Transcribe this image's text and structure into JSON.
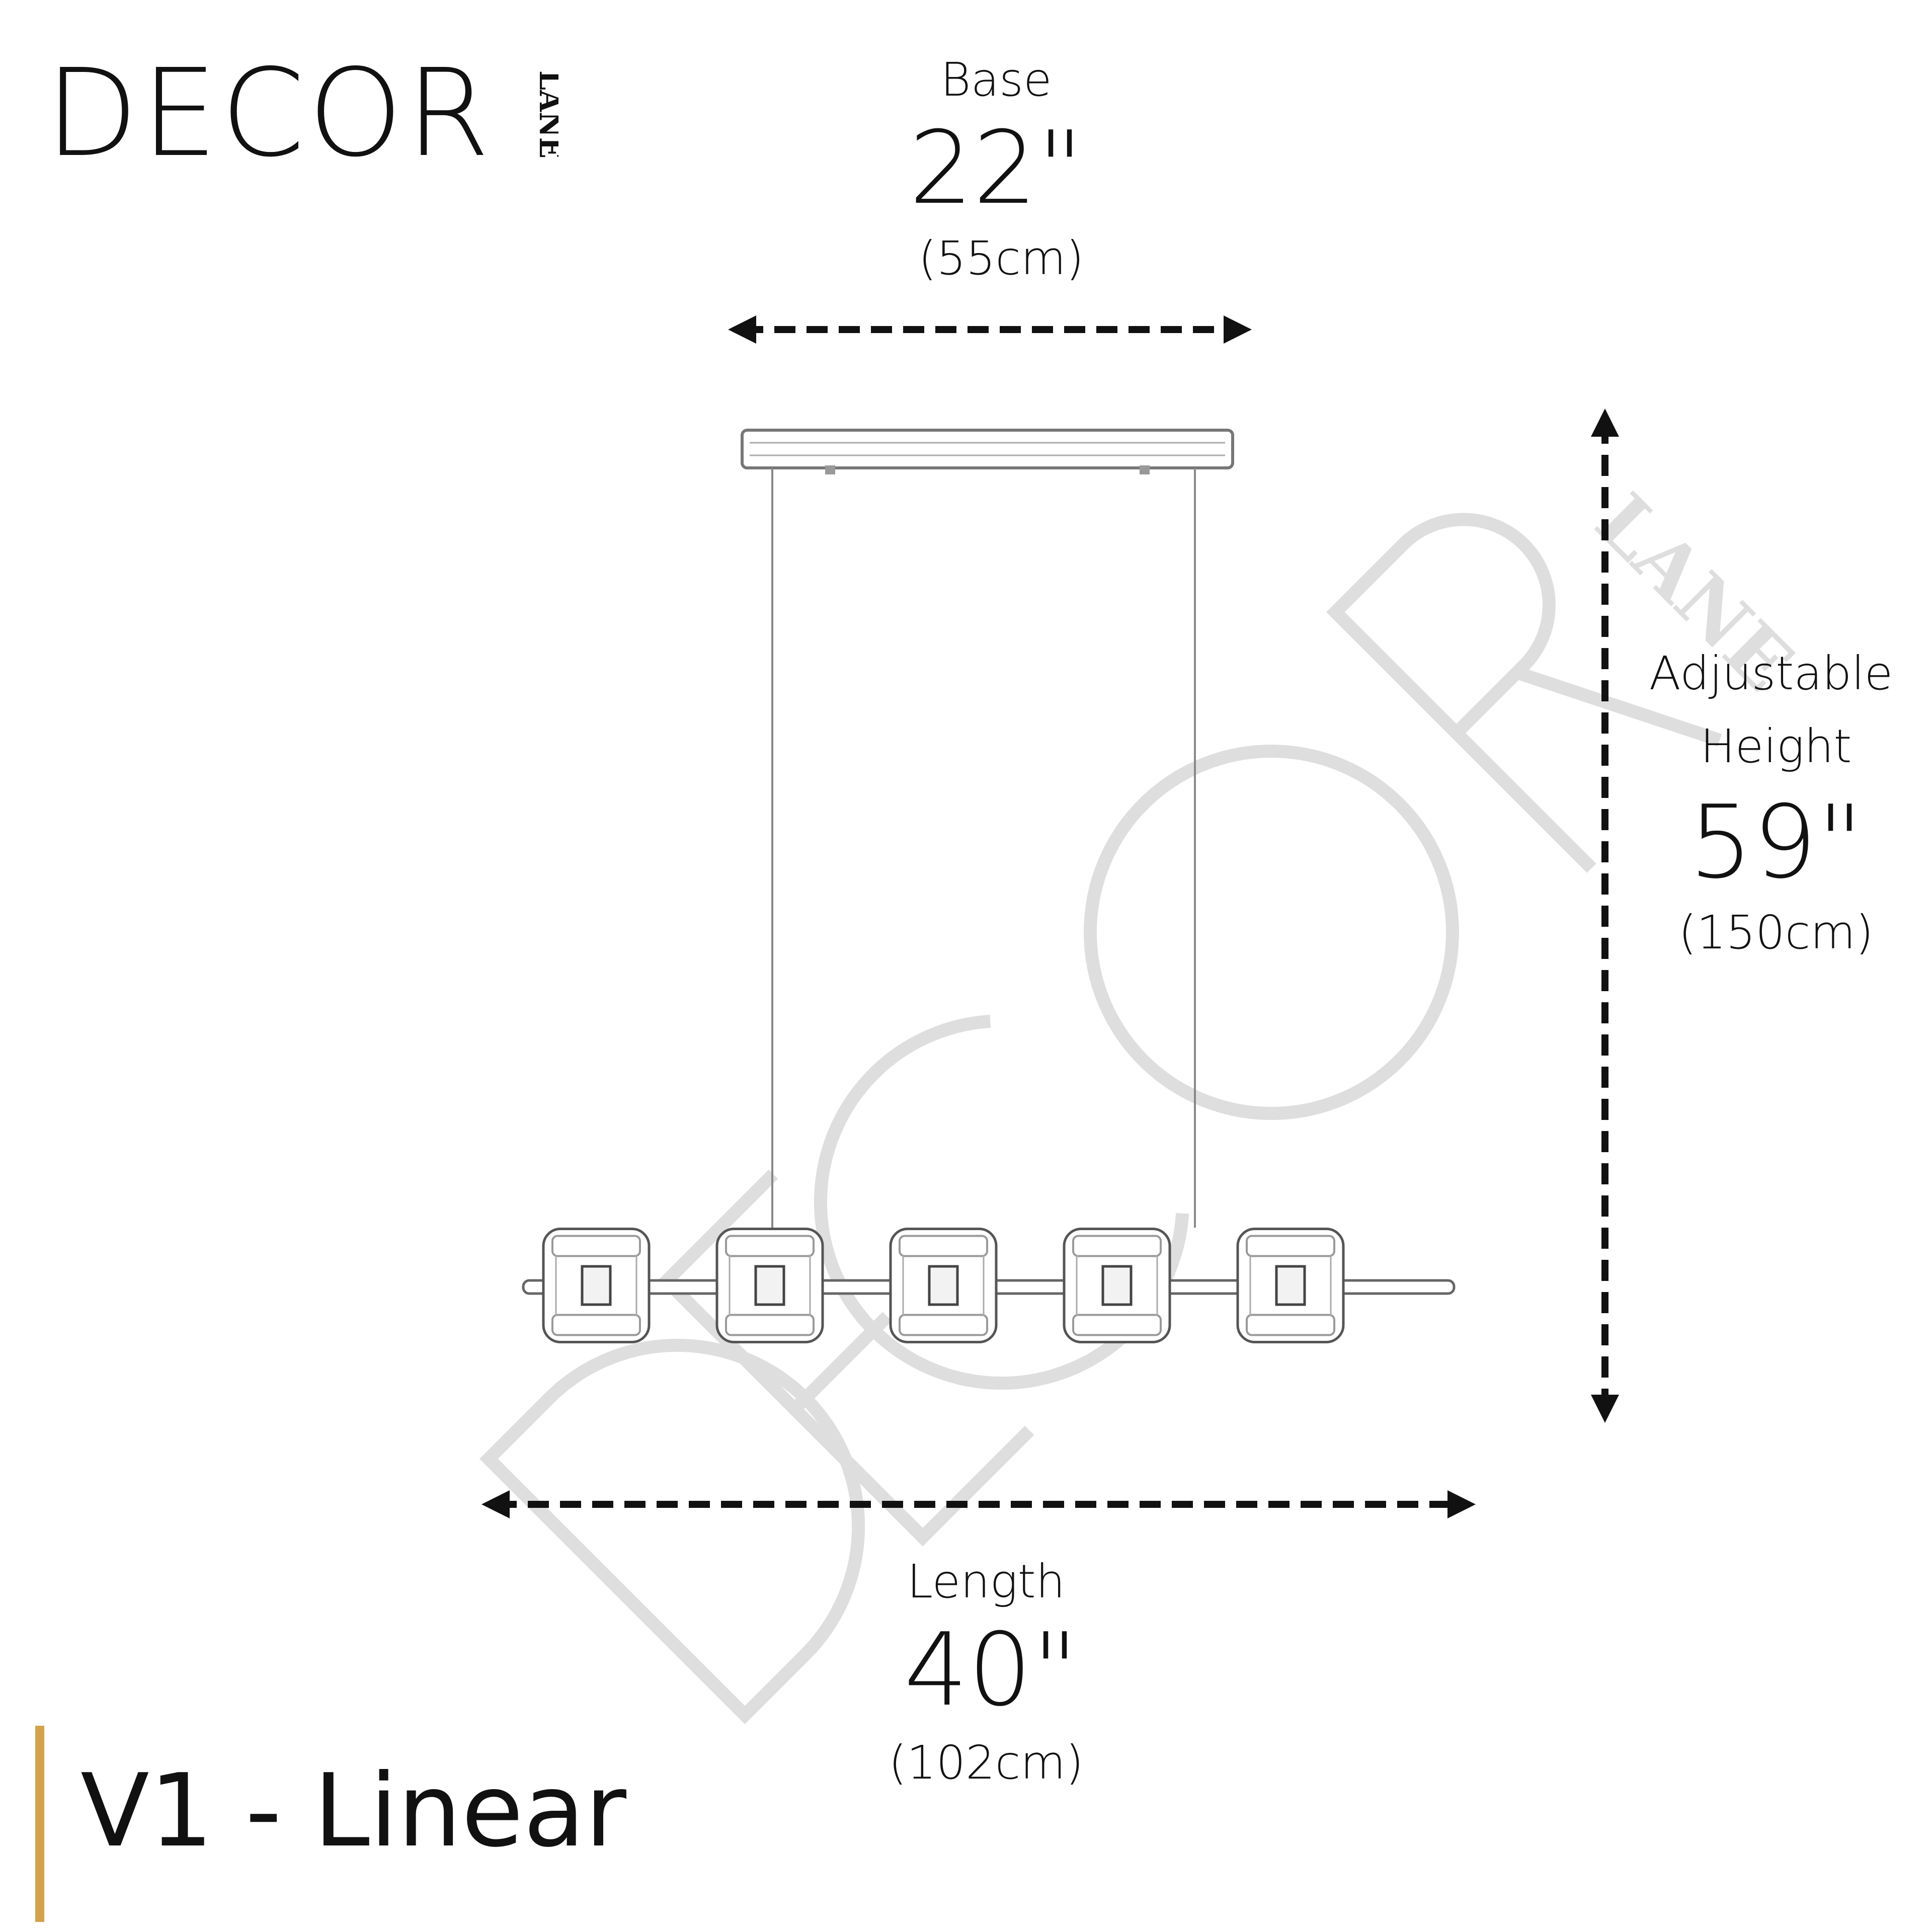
{
  "brand": {
    "name": "DECOR",
    "sub": "LANE"
  },
  "colors": {
    "accent": "#d4a24a",
    "text": "#111111",
    "watermark": "#d9d9d9"
  },
  "dimensions": {
    "base": {
      "label": "Base",
      "inches": "22\"",
      "cm": "(55cm)"
    },
    "height": {
      "label_line1": "Adjustable",
      "label_line2": "Height",
      "inches": "59\"",
      "cm": "(150cm)"
    },
    "length": {
      "label": "Length",
      "inches": "40\"",
      "cm": "(102cm)"
    }
  },
  "product": {
    "title": "V1 - Linear",
    "pendant_count": 5
  },
  "watermark": {
    "text": "DECOR",
    "sub": "LANE"
  }
}
